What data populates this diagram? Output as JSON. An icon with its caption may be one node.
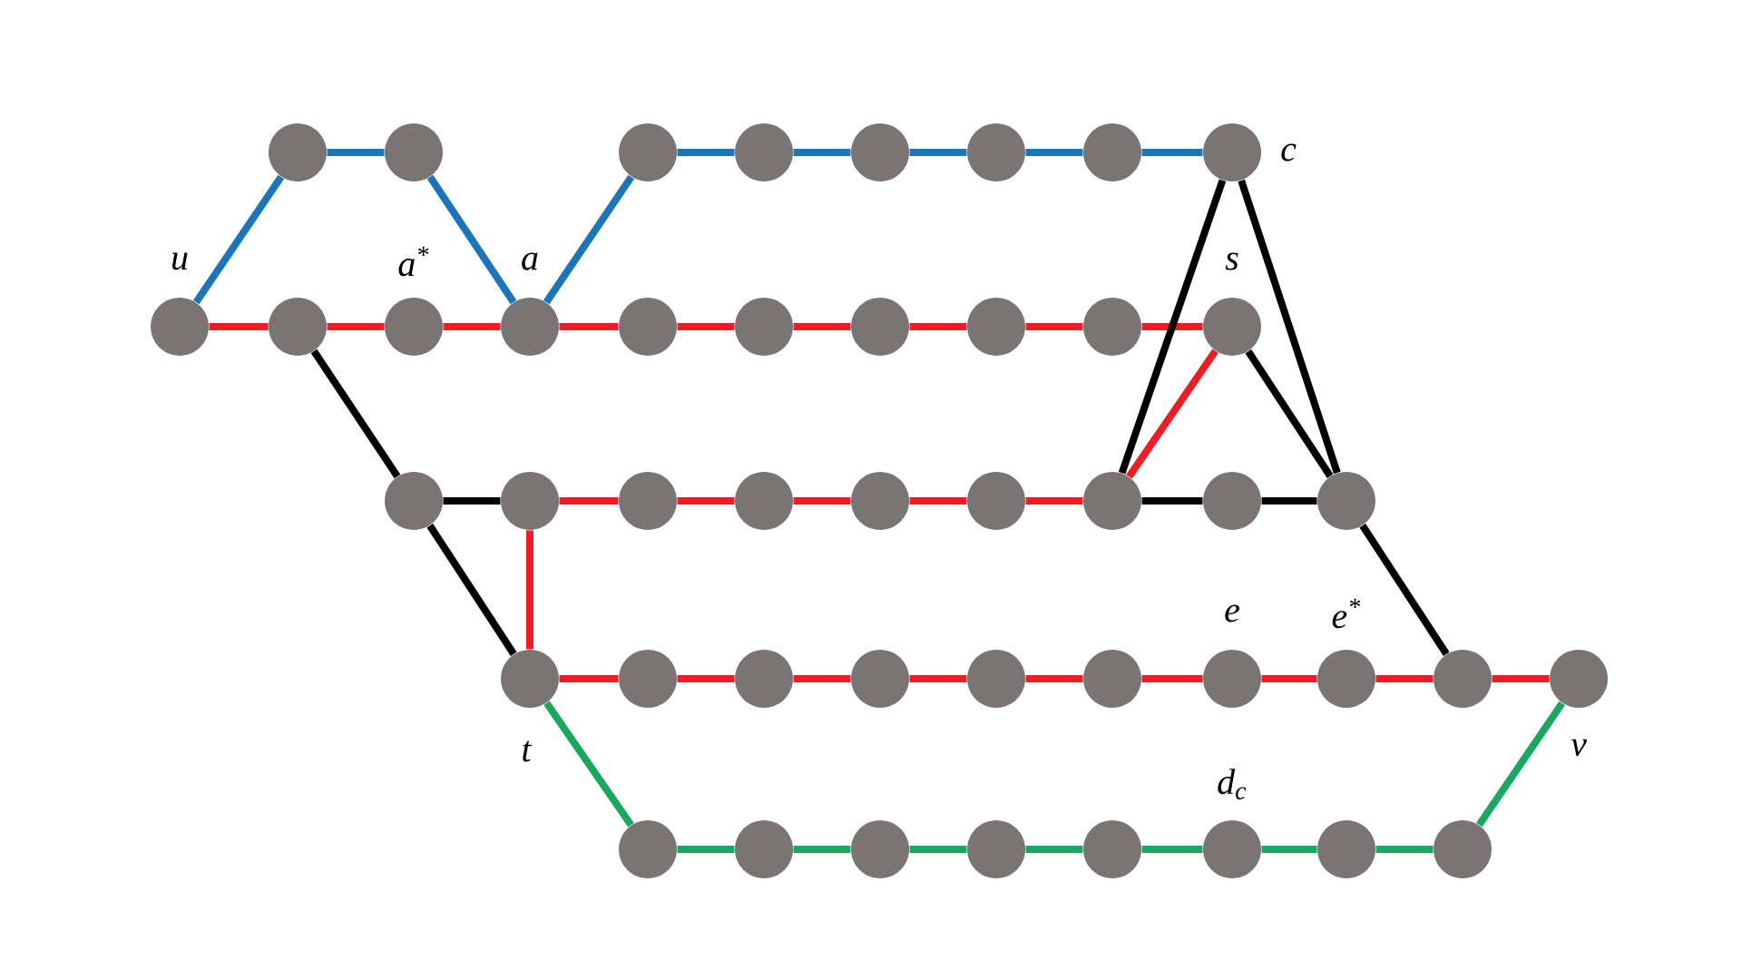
{
  "diagram": {
    "nodes": [
      {
        "text": [],
        "shape": "circle"
      },
      {
        "text": [],
        "shape": "circle"
      },
      {
        "text": [],
        "shape": "circle"
      },
      {
        "text": [],
        "shape": "circle"
      },
      {
        "text": [],
        "shape": "circle"
      },
      {
        "text": [],
        "shape": "circle"
      },
      {
        "text": [],
        "shape": "circle"
      },
      {
        "text": [],
        "shape": "circle",
        "beside": [
          "c"
        ]
      },
      {
        "text": [],
        "shape": "circle",
        "beside": [
          "u"
        ]
      },
      {
        "text": [],
        "shape": "circle"
      },
      {
        "text": [],
        "shape": "circle",
        "beside": [
          "a$^{*}$"
        ]
      },
      {
        "text": [],
        "shape": "circle",
        "beside": [
          "a"
        ]
      },
      {
        "text": [],
        "shape": "circle"
      },
      {
        "text": [],
        "shape": "circle"
      },
      {
        "text": [],
        "shape": "circle"
      },
      {
        "text": [],
        "shape": "circle"
      },
      {
        "text": [],
        "shape": "circle"
      },
      {
        "text": [],
        "shape": "circle",
        "beside": [
          "s"
        ]
      },
      {
        "text": [],
        "shape": "circle"
      },
      {
        "text": [],
        "shape": "circle"
      },
      {
        "text": [],
        "shape": "circle"
      },
      {
        "text": [],
        "shape": "circle"
      },
      {
        "text": [],
        "shape": "circle"
      },
      {
        "text": [],
        "shape": "circle"
      },
      {
        "text": [],
        "shape": "circle"
      },
      {
        "text": [],
        "shape": "circle"
      },
      {
        "text": [],
        "shape": "circle"
      },
      {
        "text": [],
        "shape": "circle",
        "beside": [
          "t"
        ]
      },
      {
        "text": [],
        "shape": "circle"
      },
      {
        "text": [],
        "shape": "circle"
      },
      {
        "text": [],
        "shape": "circle"
      },
      {
        "text": [],
        "shape": "circle"
      },
      {
        "text": [],
        "shape": "circle"
      },
      {
        "text": [],
        "shape": "circle",
        "beside": [
          "e"
        ]
      },
      {
        "text": [],
        "shape": "circle",
        "beside": [
          "e$^{*}$"
        ]
      },
      {
        "text": [],
        "shape": "circle"
      },
      {
        "text": [],
        "shape": "circle",
        "beside": [
          "v"
        ]
      },
      {
        "text": [],
        "shape": "circle"
      },
      {
        "text": [],
        "shape": "circle"
      },
      {
        "text": [],
        "shape": "circle"
      },
      {
        "text": [],
        "shape": "circle"
      },
      {
        "text": [],
        "shape": "circle"
      },
      {
        "text": [],
        "shape": "circle",
        "beside": [
          "d$_{c}$"
        ]
      },
      {
        "text": [],
        "shape": "circle"
      },
      {
        "text": [],
        "shape": "circle"
      }
    ],
    "edges": [
      {
        "from": 8,
        "to": 0,
        "arrow": "none",
        "color": "#1b75bb"
      },
      {
        "from": 0,
        "to": 1,
        "arrow": "none",
        "color": "#1b75bb"
      },
      {
        "from": 1,
        "to": 11,
        "arrow": "none",
        "color": "#1b75bb"
      },
      {
        "from": 11,
        "to": 2,
        "arrow": "none",
        "color": "#1b75bb"
      },
      {
        "from": 2,
        "to": 3,
        "arrow": "none",
        "color": "#1b75bb"
      },
      {
        "from": 3,
        "to": 4,
        "arrow": "none",
        "color": "#1b75bb"
      },
      {
        "from": 4,
        "to": 5,
        "arrow": "none",
        "color": "#1b75bb"
      },
      {
        "from": 5,
        "to": 6,
        "arrow": "none",
        "color": "#1b75bb"
      },
      {
        "from": 6,
        "to": 7,
        "arrow": "none",
        "color": "#1b75bb"
      },
      {
        "from": 8,
        "to": 9,
        "arrow": "none"
      },
      {
        "from": 9,
        "to": 10,
        "arrow": "none"
      },
      {
        "from": 10,
        "to": 11,
        "arrow": "none"
      },
      {
        "from": 11,
        "to": 12,
        "arrow": "none"
      },
      {
        "from": 12,
        "to": 13,
        "arrow": "none"
      },
      {
        "from": 13,
        "to": 14,
        "arrow": "none"
      },
      {
        "from": 14,
        "to": 15,
        "arrow": "none"
      },
      {
        "from": 15,
        "to": 16,
        "arrow": "none"
      },
      {
        "from": 16,
        "to": 17,
        "arrow": "none"
      },
      {
        "from": 17,
        "to": 24,
        "arrow": "none"
      },
      {
        "from": 19,
        "to": 20,
        "arrow": "none"
      },
      {
        "from": 20,
        "to": 21,
        "arrow": "none"
      },
      {
        "from": 21,
        "to": 22,
        "arrow": "none"
      },
      {
        "from": 22,
        "to": 23,
        "arrow": "none"
      },
      {
        "from": 23,
        "to": 24,
        "arrow": "none"
      },
      {
        "from": 19,
        "to": 27,
        "arrow": "none"
      },
      {
        "from": 27,
        "to": 28,
        "arrow": "none"
      },
      {
        "from": 28,
        "to": 29,
        "arrow": "none"
      },
      {
        "from": 29,
        "to": 30,
        "arrow": "none"
      },
      {
        "from": 30,
        "to": 31,
        "arrow": "none"
      },
      {
        "from": 31,
        "to": 32,
        "arrow": "none"
      },
      {
        "from": 32,
        "to": 33,
        "arrow": "none"
      },
      {
        "from": 33,
        "to": 34,
        "arrow": "none"
      },
      {
        "from": 34,
        "to": 35,
        "arrow": "none"
      },
      {
        "from": 35,
        "to": 36,
        "arrow": "none"
      },
      {
        "from": 9,
        "to": 18,
        "arrow": "none",
        "color": "#000000"
      },
      {
        "from": 18,
        "to": 19,
        "arrow": "none",
        "color": "#000000"
      },
      {
        "from": 18,
        "to": 27,
        "arrow": "none",
        "color": "#000000"
      },
      {
        "from": 24,
        "to": 25,
        "arrow": "none",
        "color": "#000000"
      },
      {
        "from": 25,
        "to": 26,
        "arrow": "none",
        "color": "#000000"
      },
      {
        "from": 7,
        "to": 24,
        "arrow": "none",
        "color": "#000000"
      },
      {
        "from": 7,
        "to": 26,
        "arrow": "none",
        "color": "#000000"
      },
      {
        "from": 17,
        "to": 26,
        "arrow": "none",
        "color": "#000000"
      },
      {
        "from": 26,
        "to": 35,
        "arrow": "none",
        "color": "#000000"
      },
      {
        "from": 27,
        "to": 37,
        "arrow": "none",
        "color": "#1aa860"
      },
      {
        "from": 37,
        "to": 38,
        "arrow": "none",
        "color": "#1aa860"
      },
      {
        "from": 38,
        "to": 39,
        "arrow": "none",
        "color": "#1aa860"
      },
      {
        "from": 39,
        "to": 40,
        "arrow": "none",
        "color": "#1aa860"
      },
      {
        "from": 40,
        "to": 41,
        "arrow": "none",
        "color": "#1aa860"
      },
      {
        "from": 41,
        "to": 42,
        "arrow": "none",
        "color": "#1aa860"
      },
      {
        "from": 42,
        "to": 43,
        "arrow": "none",
        "color": "#1aa860"
      },
      {
        "from": 43,
        "to": 44,
        "arrow": "none",
        "color": "#1aa860"
      },
      {
        "from": 44,
        "to": 36,
        "arrow": "none",
        "color": "#1aa860"
      }
    ]
  }
}
